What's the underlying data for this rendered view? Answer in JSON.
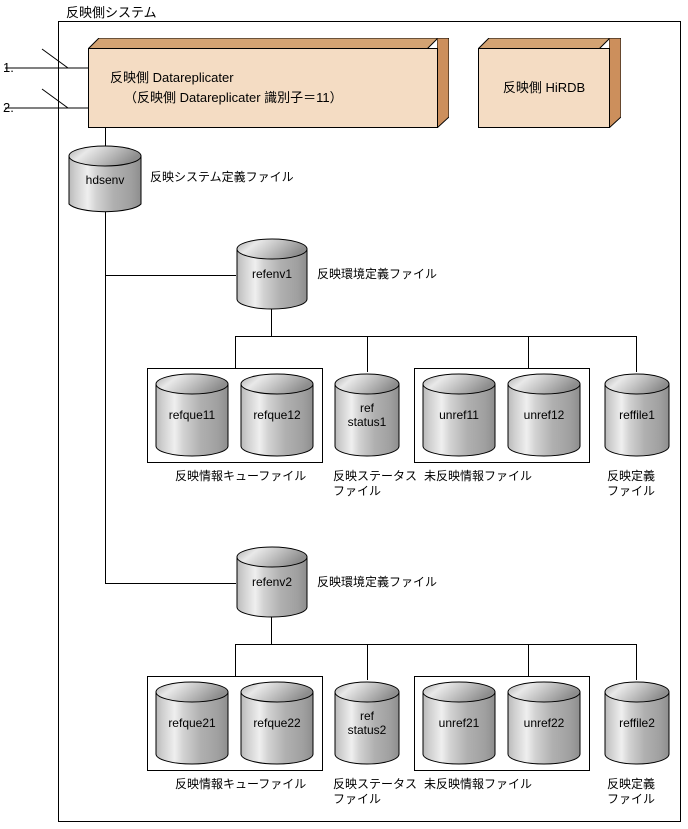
{
  "diagram": {
    "title": "反映側システム",
    "callouts": [
      {
        "id": "1",
        "label": "1."
      },
      {
        "id": "2",
        "label": "2."
      }
    ],
    "processes": [
      {
        "name": "reflect-datareplicater",
        "line1": "反映側  Datareplicater",
        "line2": "（反映側  Datareplicater  識別子＝11）",
        "face_color": "#f4dcc3",
        "top_color": "#d3a373",
        "side_color": "#cc8f5c"
      },
      {
        "name": "reflect-hirdb",
        "line1": "反映側  HiRDB",
        "line2": "",
        "face_color": "#f4dcc3",
        "top_color": "#d3a373",
        "side_color": "#cc8f5c"
      }
    ],
    "files": {
      "hdsenv": {
        "id": "hdsenv",
        "caption": "反映システム定義ファイル"
      },
      "refenv1": {
        "id": "refenv1",
        "caption": "反映環境定義ファイル"
      },
      "refenv2": {
        "id": "refenv2",
        "caption": "反映環境定義ファイル"
      }
    },
    "groups": [
      {
        "env": "refenv1",
        "queue": {
          "caption": "反映情報キューファイル",
          "items": [
            {
              "id": "refque11"
            },
            {
              "id": "refque12"
            }
          ]
        },
        "status": {
          "caption": "反映ステータス\nファイル",
          "items": [
            {
              "id_line1": "ref",
              "id_line2": "status1"
            }
          ]
        },
        "unreflected": {
          "caption": "未反映情報ファイル",
          "items": [
            {
              "id": "unref11"
            },
            {
              "id": "unref12"
            }
          ]
        },
        "definition": {
          "caption": "反映定義\nファイル",
          "items": [
            {
              "id": "reffile1"
            }
          ]
        }
      },
      {
        "env": "refenv2",
        "queue": {
          "caption": "反映情報キューファイル",
          "items": [
            {
              "id": "refque21"
            },
            {
              "id": "refque22"
            }
          ]
        },
        "status": {
          "caption": "反映ステータス\nファイル",
          "items": [
            {
              "id_line1": "ref",
              "id_line2": "status2"
            }
          ]
        },
        "unreflected": {
          "caption": "未反映情報ファイル",
          "items": [
            {
              "id": "unref21"
            },
            {
              "id": "unref22"
            }
          ]
        },
        "definition": {
          "caption": "反映定義\nファイル",
          "items": [
            {
              "id": "reffile2"
            }
          ]
        }
      }
    ],
    "colors": {
      "line": "#000000",
      "cylinder_light": "#f2f2f2",
      "cylinder_mid": "#d9d9d9",
      "cylinder_dark": "#8f8f8f",
      "background": "#ffffff"
    }
  }
}
